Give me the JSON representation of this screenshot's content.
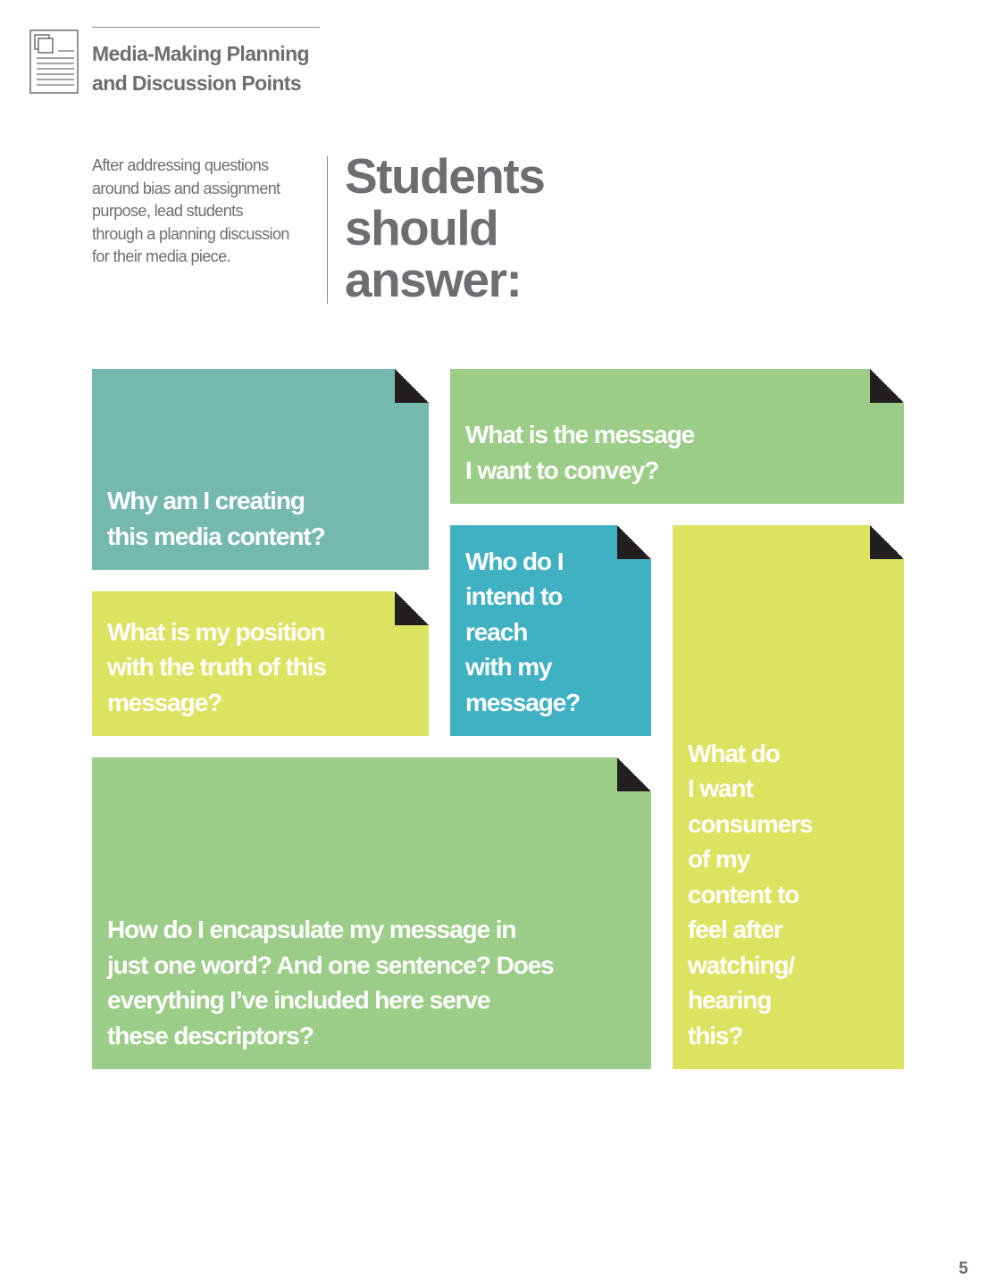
{
  "header": {
    "title_lines": [
      "Media-Making Planning",
      "and Discussion Points"
    ],
    "icon": "document-icon"
  },
  "intro": {
    "lines": [
      "After addressing questions",
      "around bias and assignment",
      "purpose, lead students",
      "through a planning discussion",
      "for their media piece."
    ]
  },
  "heading": {
    "lines": [
      "Students",
      "should",
      "answer:"
    ]
  },
  "cards": [
    {
      "id": "why",
      "lines": [
        "Why am I creating",
        "this media content?"
      ],
      "color": "#74b8ae"
    },
    {
      "id": "message",
      "lines": [
        "What is the message",
        "I want to convey?"
      ],
      "color": "#9ccd88"
    },
    {
      "id": "position",
      "lines": [
        "What is my position",
        "with the truth of this",
        "message?"
      ],
      "color": "#dbe361"
    },
    {
      "id": "audience",
      "lines": [
        "Who do I",
        "intend to",
        "reach",
        "with my",
        "message?"
      ],
      "color": "#40b1c3"
    },
    {
      "id": "feel",
      "lines": [
        "What do",
        "I want",
        "consumers",
        "of my",
        "content to",
        "feel after",
        "watching/",
        "hearing",
        "this?"
      ],
      "color": "#dbe361"
    },
    {
      "id": "encapsulate",
      "lines": [
        "How do I encapsulate my message in",
        "just one word? And one sentence? Does",
        "everything I’ve included here serve",
        "these descriptors?"
      ],
      "color": "#9ccd88"
    }
  ],
  "page_number": "5"
}
